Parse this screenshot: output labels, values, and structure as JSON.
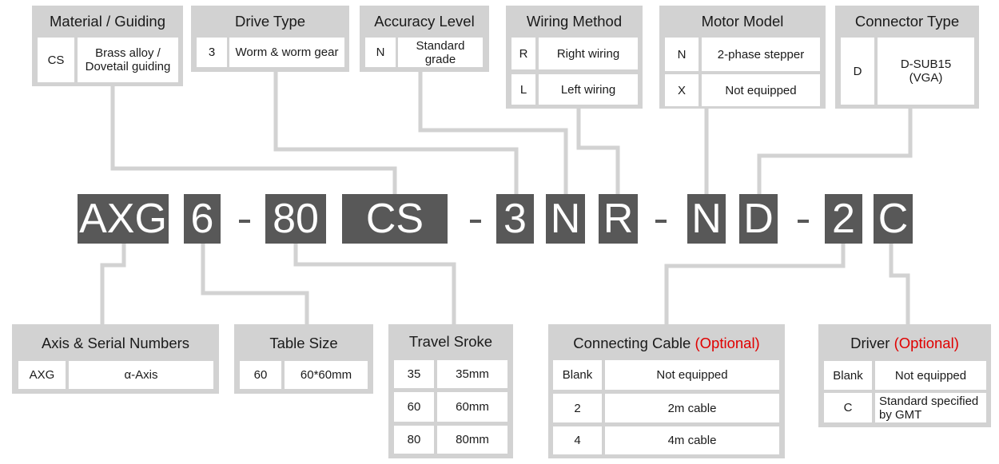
{
  "part_number": {
    "codes": [
      "AXG",
      "6",
      "80",
      "CS",
      "3",
      "N",
      "R",
      "N",
      "D",
      "2",
      "C"
    ]
  },
  "top_panels": {
    "material": {
      "title": "Material / Guiding",
      "rows": [
        {
          "code": "CS",
          "desc": "Brass alloy / Dovetail guiding"
        }
      ]
    },
    "drive": {
      "title": "Drive Type",
      "rows": [
        {
          "code": "3",
          "desc": "Worm & worm gear"
        }
      ]
    },
    "accuracy": {
      "title": "Accuracy Level",
      "rows": [
        {
          "code": "N",
          "desc": "Standard grade"
        }
      ]
    },
    "wiring": {
      "title": "Wiring Method",
      "rows": [
        {
          "code": "R",
          "desc": "Right wiring"
        },
        {
          "code": "L",
          "desc": "Left wiring"
        }
      ]
    },
    "motor": {
      "title": "Motor Model",
      "rows": [
        {
          "code": "N",
          "desc": "2-phase stepper"
        },
        {
          "code": "X",
          "desc": "Not equipped"
        }
      ]
    },
    "connector": {
      "title": "Connector Type",
      "rows": [
        {
          "code": "D",
          "desc": "D-SUB15 (VGA)"
        }
      ]
    }
  },
  "bottom_panels": {
    "axis": {
      "title": "Axis & Serial Numbers",
      "rows": [
        {
          "code": "AXG",
          "desc": "α-Axis"
        }
      ]
    },
    "table": {
      "title": "Table Size",
      "rows": [
        {
          "code": "60",
          "desc": "60*60mm"
        }
      ]
    },
    "travel": {
      "title": "Travel Sroke",
      "rows": [
        {
          "code": "35",
          "desc": "35mm"
        },
        {
          "code": "60",
          "desc": "60mm"
        },
        {
          "code": "80",
          "desc": "80mm"
        }
      ]
    },
    "cable": {
      "title": "Connecting Cable",
      "optional": "(Optional)",
      "rows": [
        {
          "code": "Blank",
          "desc": "Not equipped"
        },
        {
          "code": "2",
          "desc": "2m cable"
        },
        {
          "code": "4",
          "desc": "4m cable"
        }
      ]
    },
    "driver": {
      "title": "Driver",
      "optional": "(Optional)",
      "rows": [
        {
          "code": "Blank",
          "desc": "Not equipped"
        },
        {
          "code": "C",
          "desc": "Standard specified by GMT"
        }
      ]
    }
  },
  "colors": {
    "code_block": "#585858",
    "panel": "#d2d2d2",
    "connector_line": "#d2d2d2",
    "optional_text": "#e00000"
  }
}
